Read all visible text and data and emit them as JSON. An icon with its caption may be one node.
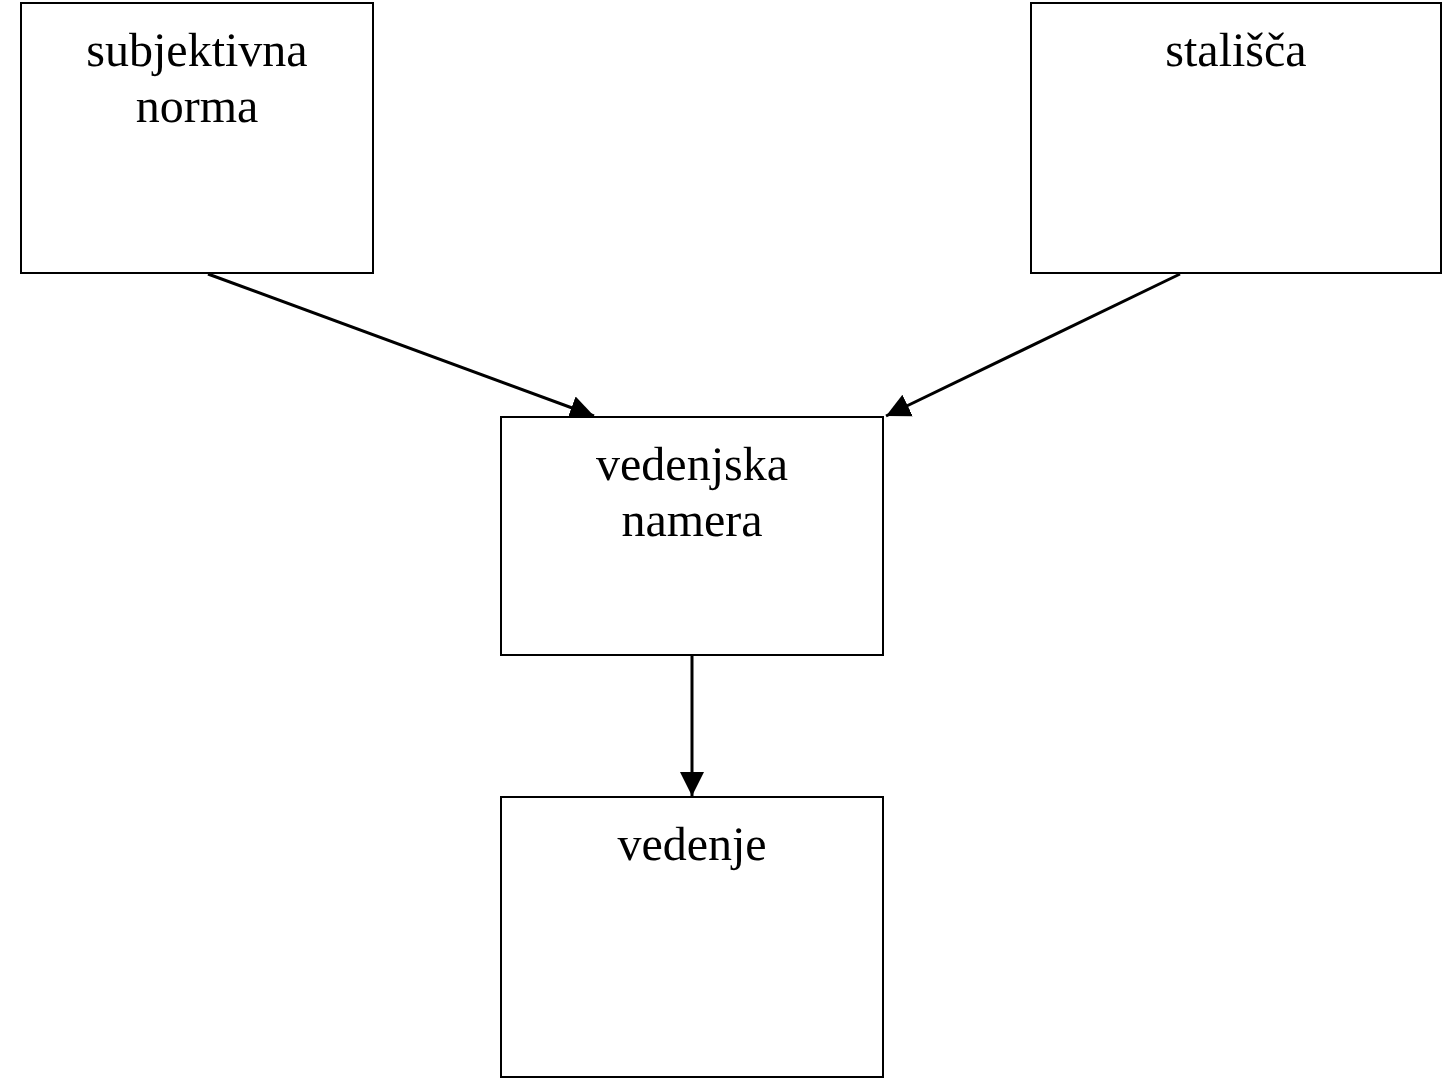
{
  "diagram": {
    "nodes": [
      {
        "text": [
          "subjektivna norma"
        ]
      },
      {
        "text": [
          "stališča"
        ]
      },
      {
        "text": [
          "vedenjska namera"
        ]
      },
      {
        "text": [
          "vedenje"
        ]
      }
    ],
    "edges": [
      {
        "from": 0,
        "to": 2,
        "arrow": "to"
      },
      {
        "from": 1,
        "to": 2,
        "arrow": "to"
      },
      {
        "from": 2,
        "to": 3,
        "arrow": "to"
      }
    ]
  }
}
